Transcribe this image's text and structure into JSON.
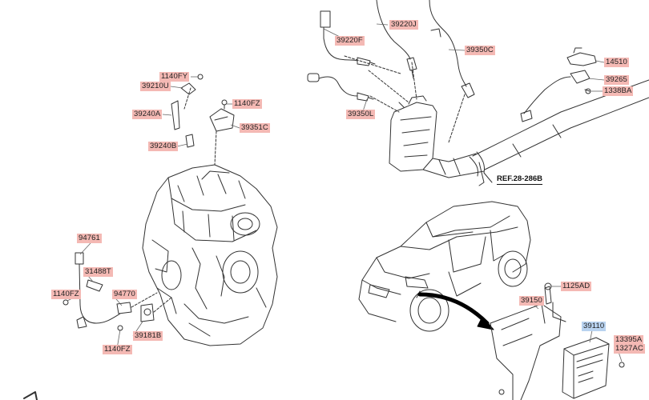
{
  "labels": {
    "p39220J": "39220J",
    "p39220F": "39220F",
    "p39350C": "39350C",
    "p39350L": "39350L",
    "p14510": "14510",
    "p39265": "39265",
    "p1338BA": "1338BA",
    "p1140FY": "1140FY",
    "p39210U": "39210U",
    "p1140FZ_top": "1140FZ",
    "p39240A": "39240A",
    "p39351C": "39351C",
    "p39240B": "39240B",
    "p94761": "94761",
    "p31488T": "31488T",
    "p1140FZ_left": "1140FZ",
    "p94770": "94770",
    "p39181B": "39181B",
    "p1140FZ_bottom": "1140FZ",
    "p1125AD": "1125AD",
    "p39150": "39150",
    "p39110": "39110",
    "p13395A": "13395A",
    "p1327AC": "1327AC"
  },
  "reference": "REF.28-286B",
  "colors": {
    "part_highlight": "#f4b9b4",
    "part_highlight_blue": "#b9d3f0",
    "line": "#333333"
  }
}
